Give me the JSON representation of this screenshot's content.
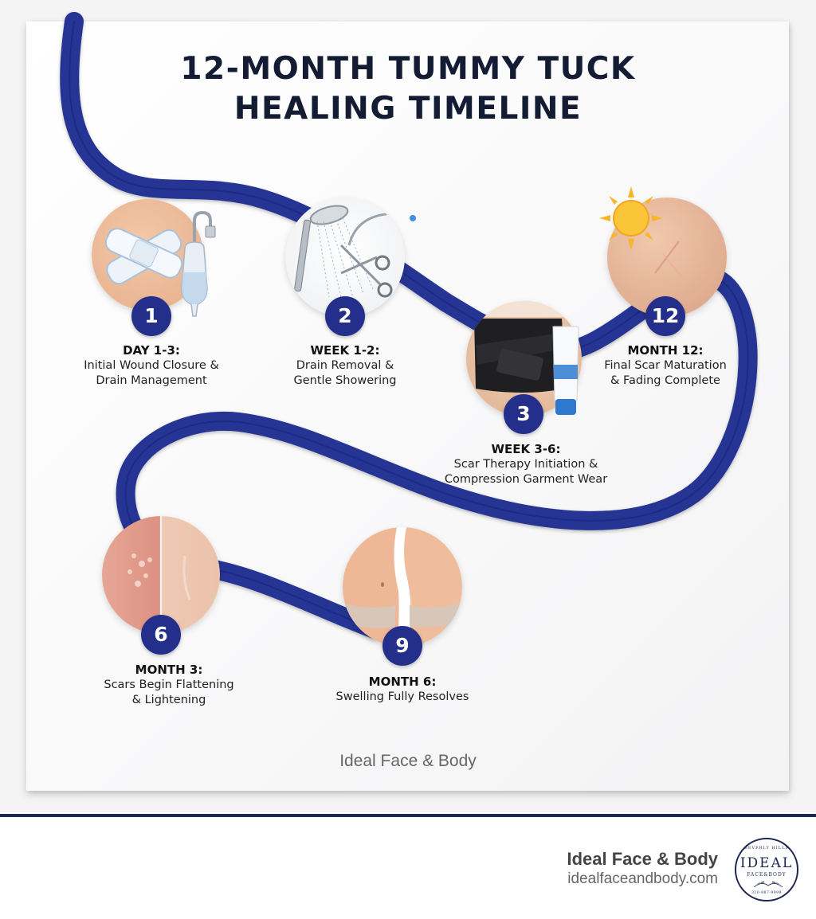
{
  "title": {
    "line1": "12-MONTH TUMMY TUCK",
    "line2": "HEALING TIMELINE"
  },
  "colors": {
    "path": "#263493",
    "badge": "#232f8a",
    "title": "#141c34",
    "divider": "#1d2650"
  },
  "milestones": [
    {
      "number": "1",
      "heading": "DAY 1-3:",
      "description": "Initial Wound Closure &\nDrain Management",
      "icon": "bandage-and-drain-bulb-icon"
    },
    {
      "number": "2",
      "heading": "WEEK 1-2:",
      "description": "Drain Removal &\nGentle Showering",
      "icon": "shower-head-and-scissors-icon"
    },
    {
      "number": "3",
      "heading": "WEEK 3-6:",
      "description": "Scar Therapy Initiation &\nCompression Garment Wear",
      "icon": "compression-garment-and-cream-tube-icon"
    },
    {
      "number": "6",
      "heading": "MONTH 3:",
      "description": "Scars Begin Flattening\n& Lightening",
      "icon": "scar-before-after-icon"
    },
    {
      "number": "9",
      "heading": "MONTH 6:",
      "description": "Swelling Fully Resolves",
      "icon": "abdomen-before-after-icon"
    },
    {
      "number": "12",
      "heading": "MONTH 12:",
      "description": "Final Scar Maturation\n& Fading Complete",
      "icon": "sun-and-faded-scar-icon"
    }
  ],
  "watermark": "Ideal Face & Body",
  "footer": {
    "brand_name": "Ideal Face & Body",
    "url": "idealfaceandbody.com",
    "logo": {
      "top_text": "BEVERLY HILLS",
      "main_text": "IDEAL",
      "sub_text": "FACE&BODY",
      "phone": "310-887-9999"
    }
  }
}
